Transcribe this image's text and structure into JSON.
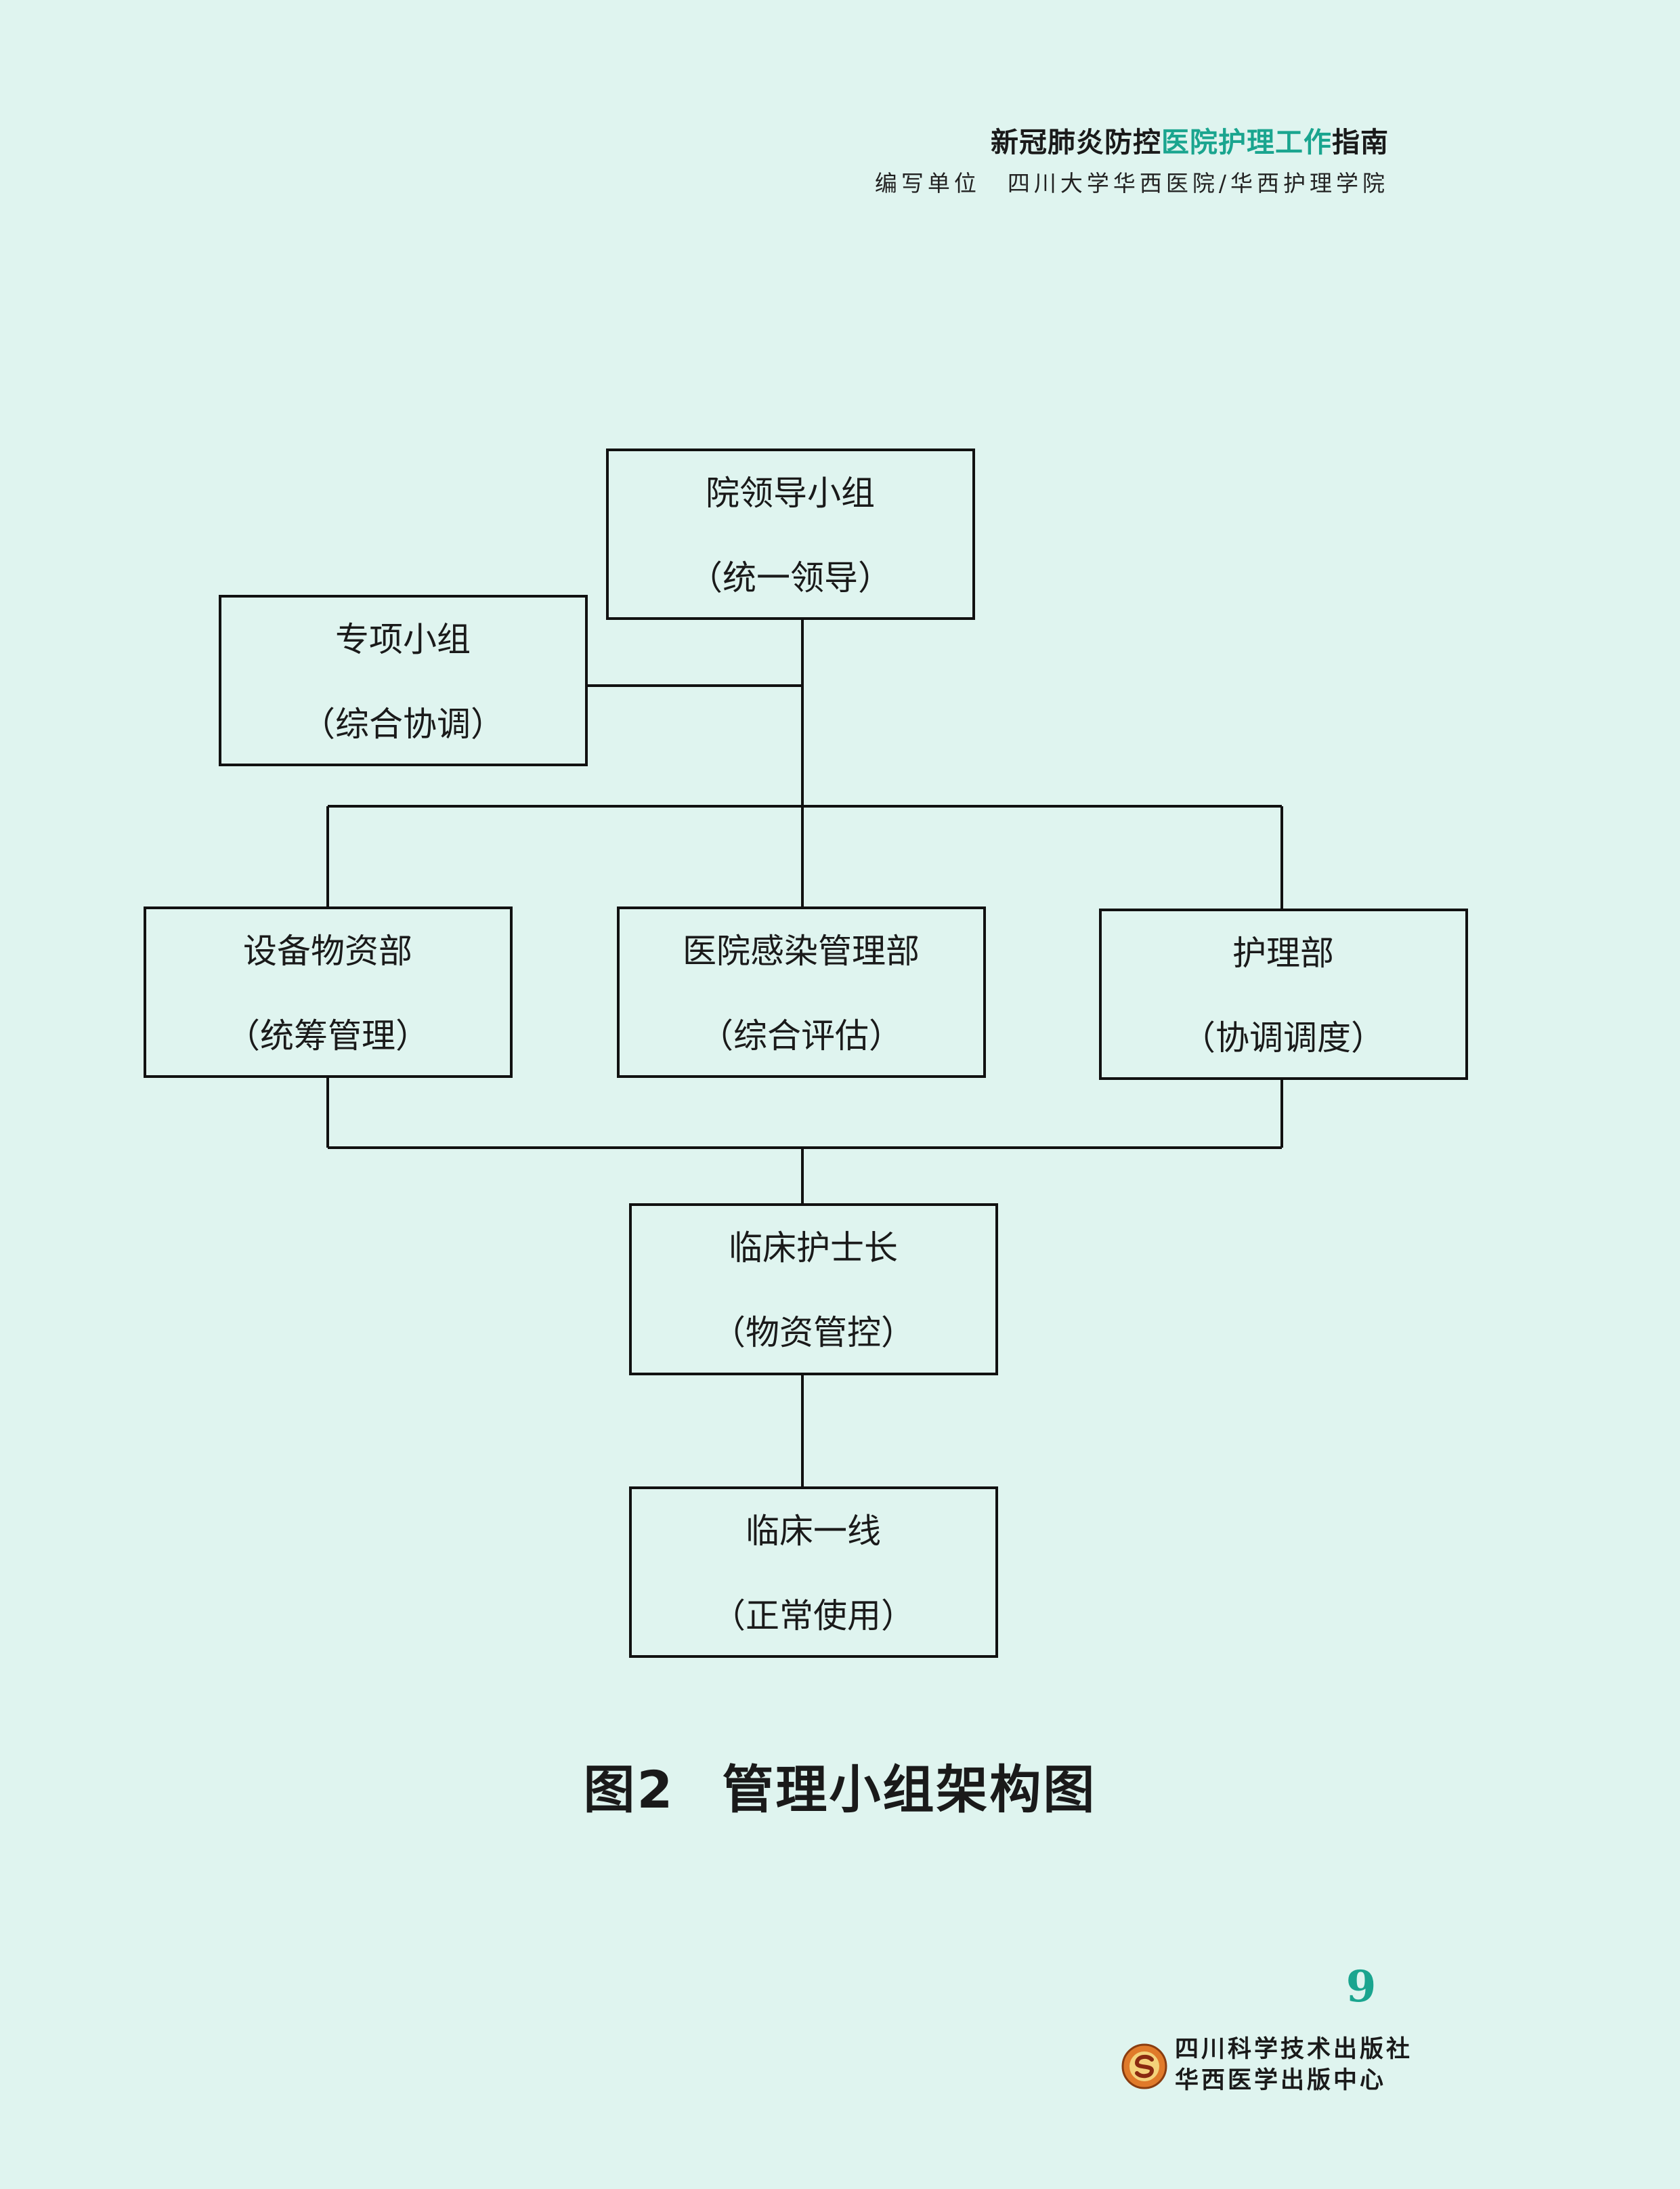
{
  "header": {
    "title_prefix": "新冠肺炎防控",
    "title_accent": "医院护理工作",
    "title_suffix": "指南",
    "subtitle_label": "编写单位",
    "subtitle_org": "四川大学华西医院/华西护理学院",
    "accent_color": "#1aa58f"
  },
  "diagram": {
    "nodes": [
      {
        "id": "leadership",
        "title": "院领导小组",
        "subtitle": "（统一领导）"
      },
      {
        "id": "special",
        "title": "专项小组",
        "subtitle": "（综合协调）"
      },
      {
        "id": "equipment",
        "title": "设备物资部",
        "subtitle": "（统筹管理）"
      },
      {
        "id": "infection",
        "title": "医院感染管理部",
        "subtitle": "（综合评估）"
      },
      {
        "id": "nursing",
        "title": "护理部",
        "subtitle": "（协调调度）"
      },
      {
        "id": "headnurse",
        "title": "临床护士长",
        "subtitle": "（物资管控）"
      },
      {
        "id": "frontline",
        "title": "临床一线",
        "subtitle": "（正常使用）"
      }
    ]
  },
  "caption": {
    "figure_label": "图2",
    "title": "管理小组架构图"
  },
  "footer": {
    "page_number": "9",
    "publisher_line1": "四川科学技术出版社",
    "publisher_line2": "华西医学出版中心",
    "logo_icon": "publisher-logo-icon"
  }
}
